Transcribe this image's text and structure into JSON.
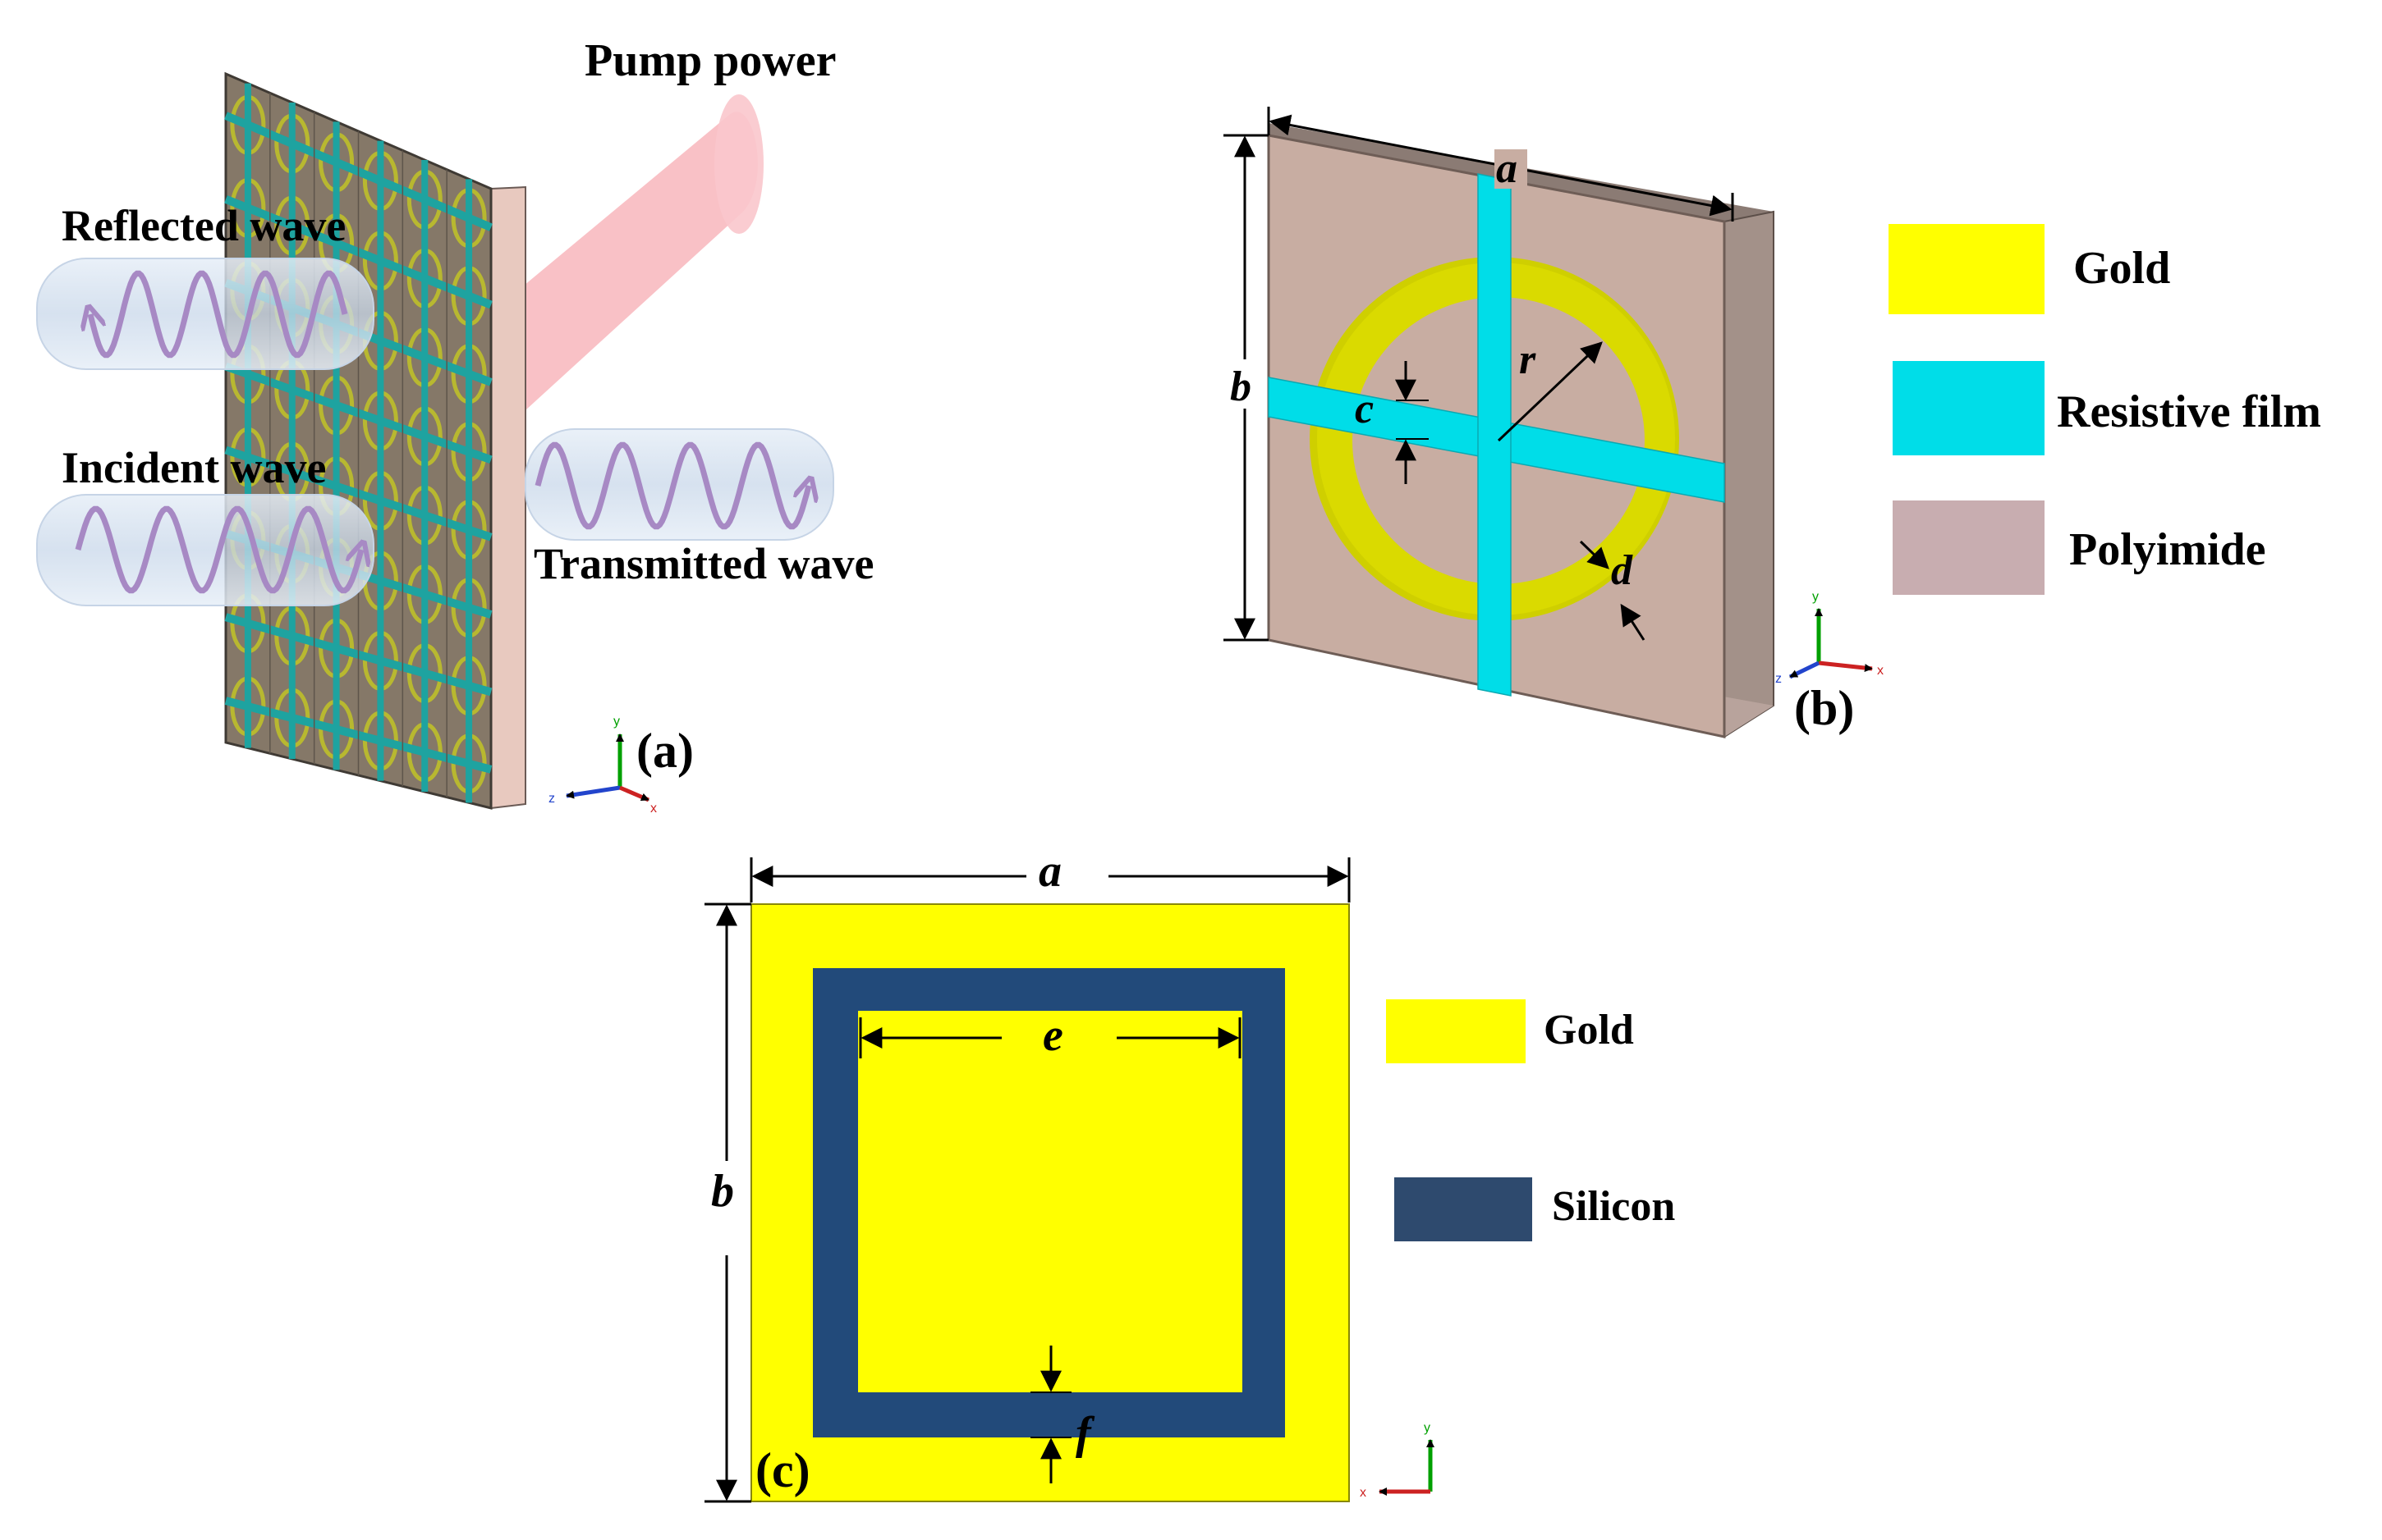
{
  "panel_a": {
    "tag": "(a)",
    "pump_label": "Pump power",
    "reflected_label": "Reflected wave",
    "incident_label": "Incident wave",
    "transmitted_label": "Transmitted wave",
    "grid_columns": 6,
    "grid_rows": 8
  },
  "panel_b": {
    "tag": "(b)",
    "dims": {
      "a": "a",
      "b": "b",
      "c": "c",
      "d": "d",
      "r": "r"
    },
    "legend": [
      {
        "label": "Gold",
        "color": "#FFFF00"
      },
      {
        "label": "Resistive film",
        "color": "#00DDE8"
      },
      {
        "label": "Polyimide",
        "color": "#C8ADB0"
      }
    ]
  },
  "panel_c": {
    "tag": "(c)",
    "dims": {
      "a": "a",
      "b": "b",
      "e": "e",
      "f": "f"
    },
    "legend": [
      {
        "label": "Gold",
        "color": "#FFFF00"
      },
      {
        "label": "Silicon",
        "color": "#2E4A6E"
      }
    ]
  },
  "axes": {
    "x": "x",
    "y": "y",
    "z": "z"
  },
  "colors": {
    "gold": "#FFFF00",
    "ring_gold": "#DADA00",
    "resistive_film": "#00DDE8",
    "polyimide": "#C8ADB0",
    "silicon": "#224A7A",
    "pump_beam": "#F8B6BC",
    "wave": "#A789C4",
    "tube": "#D6E2F0"
  }
}
